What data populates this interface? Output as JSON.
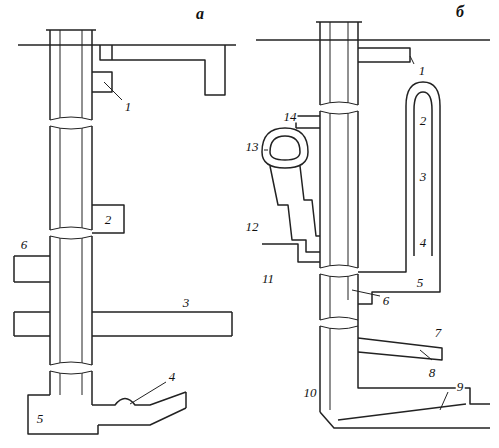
{
  "diagram": {
    "labels": [
      "а",
      "1",
      "2",
      "6",
      "3",
      "4",
      "5",
      "б",
      "1",
      "14",
      "2",
      "13",
      "3",
      "12",
      "11",
      "4",
      "5",
      "6",
      "7",
      "8",
      "9",
      "10"
    ]
  }
}
